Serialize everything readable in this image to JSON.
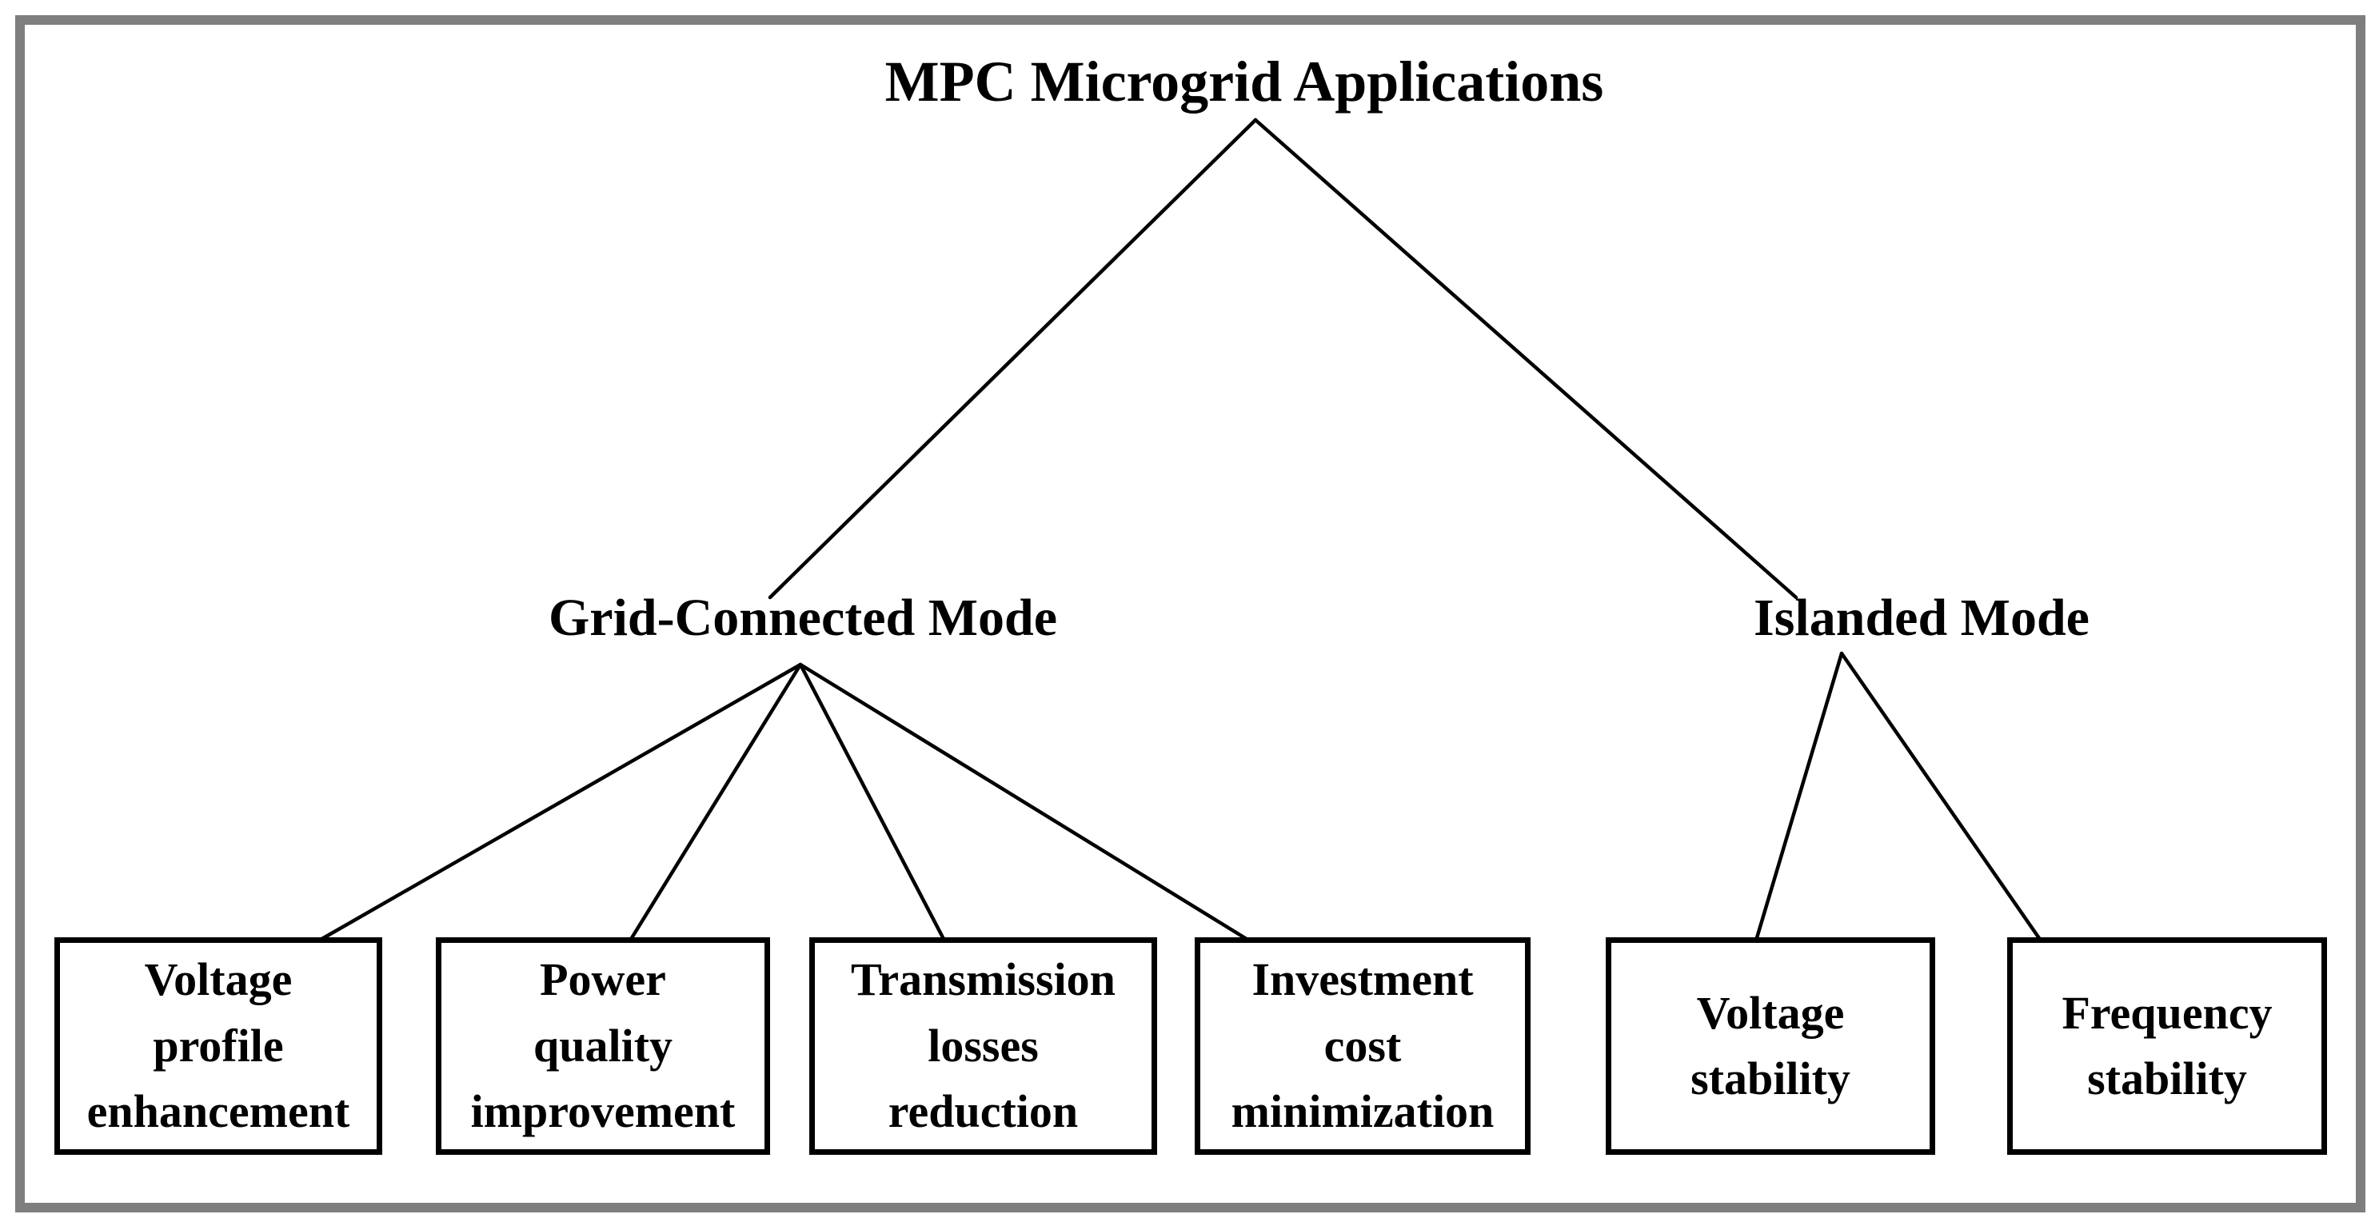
{
  "diagram": {
    "title": "MPC Microgrid Applications",
    "modes": {
      "grid_connected": "Grid-Connected Mode",
      "islanded": "Islanded Mode"
    },
    "applications": {
      "voltage_profile": "Voltage\nprofile\nenhancement",
      "power_quality": "Power\nquality\nimprovement",
      "transmission_losses": "Transmission\nlosses\nreduction",
      "investment_cost": "Investment\ncost\nminimization",
      "voltage_stability": "Voltage\nstability",
      "frequency_stability": "Frequency\nstability"
    },
    "colors": {
      "text": "#000000",
      "connector": "#000000",
      "box_border": "#000000",
      "frame_border": "#7e7e7e",
      "background": "#ffffff"
    }
  }
}
